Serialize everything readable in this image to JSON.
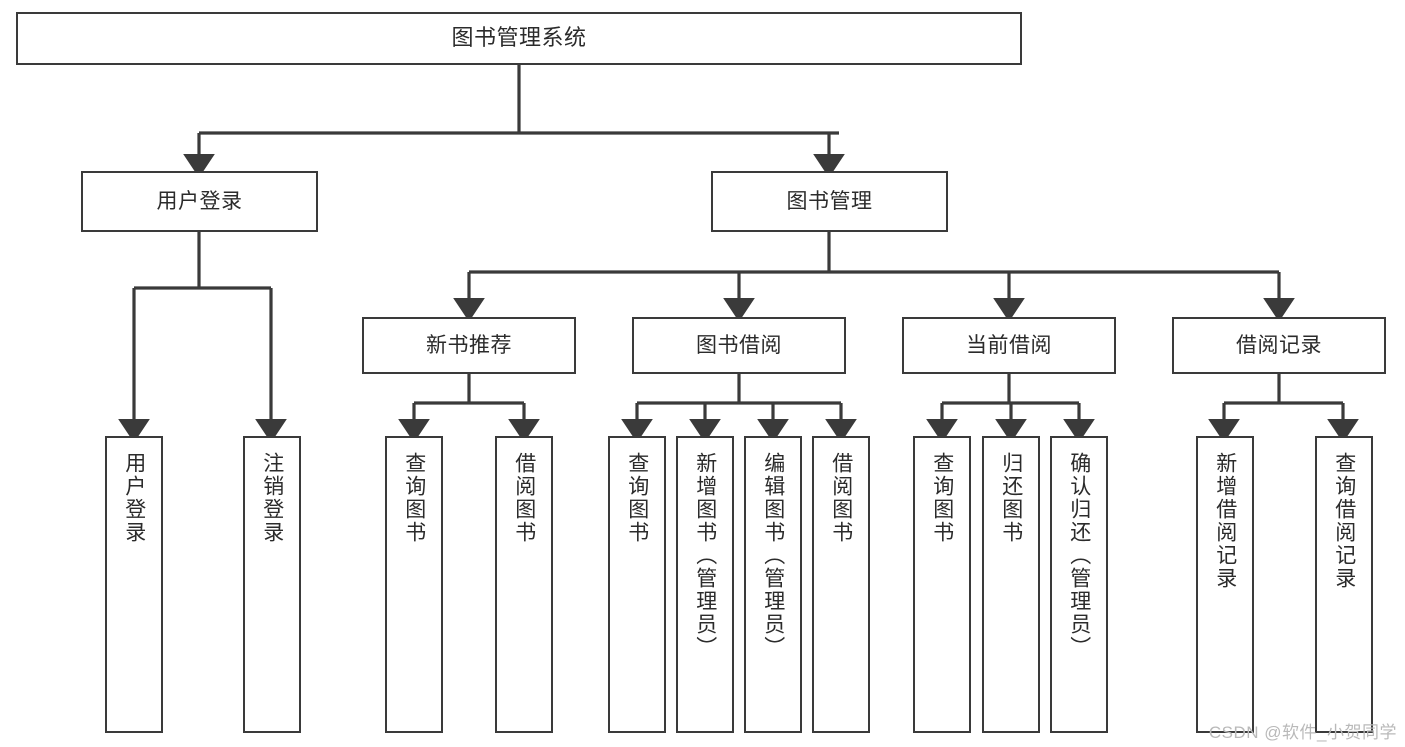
{
  "diagram": {
    "title": "图书管理系统",
    "type": "tree-hierarchy-chart",
    "watermark": "CSDN @软件_小贺同学",
    "colors": {
      "box_border": "#3a3a3a",
      "box_fill": "#ffffff",
      "edge": "#3a3a3a",
      "text": "#2b2b2b",
      "watermark": "#b9b9b9",
      "background": "#ffffff"
    },
    "nodes": {
      "root": {
        "label": "图书管理系统"
      },
      "level2": [
        {
          "id": "user-login",
          "label": "用户登录"
        },
        {
          "id": "book-management",
          "label": "图书管理"
        }
      ],
      "level3": [
        {
          "id": "new-book-recommend",
          "label": "新书推荐"
        },
        {
          "id": "book-borrow",
          "label": "图书借阅"
        },
        {
          "id": "current-borrow",
          "label": "当前借阅"
        },
        {
          "id": "borrow-record",
          "label": "借阅记录"
        }
      ],
      "leaves": {
        "user_login": [
          {
            "id": "leaf-user-login",
            "label": "用户登录"
          },
          {
            "id": "leaf-logout-login",
            "label": "注销登录"
          }
        ],
        "new_book_recommend": [
          {
            "id": "leaf-query-book-1",
            "label": "查询图书"
          },
          {
            "id": "leaf-borrow-book-1",
            "label": "借阅图书"
          }
        ],
        "book_borrow": [
          {
            "id": "leaf-query-book-2",
            "label": "查询图书"
          },
          {
            "id": "leaf-add-book",
            "label": "新增图书（管理员）"
          },
          {
            "id": "leaf-edit-book",
            "label": "编辑图书（管理员）"
          },
          {
            "id": "leaf-borrow-book-2",
            "label": "借阅图书"
          }
        ],
        "current_borrow": [
          {
            "id": "leaf-query-book-3",
            "label": "查询图书"
          },
          {
            "id": "leaf-return-book",
            "label": "归还图书"
          },
          {
            "id": "leaf-confirm-return",
            "label": "确认归还（管理员）"
          }
        ],
        "borrow_record": [
          {
            "id": "leaf-add-record",
            "label": "新增借阅记录"
          },
          {
            "id": "leaf-query-record",
            "label": "查询借阅记录"
          }
        ]
      }
    }
  }
}
